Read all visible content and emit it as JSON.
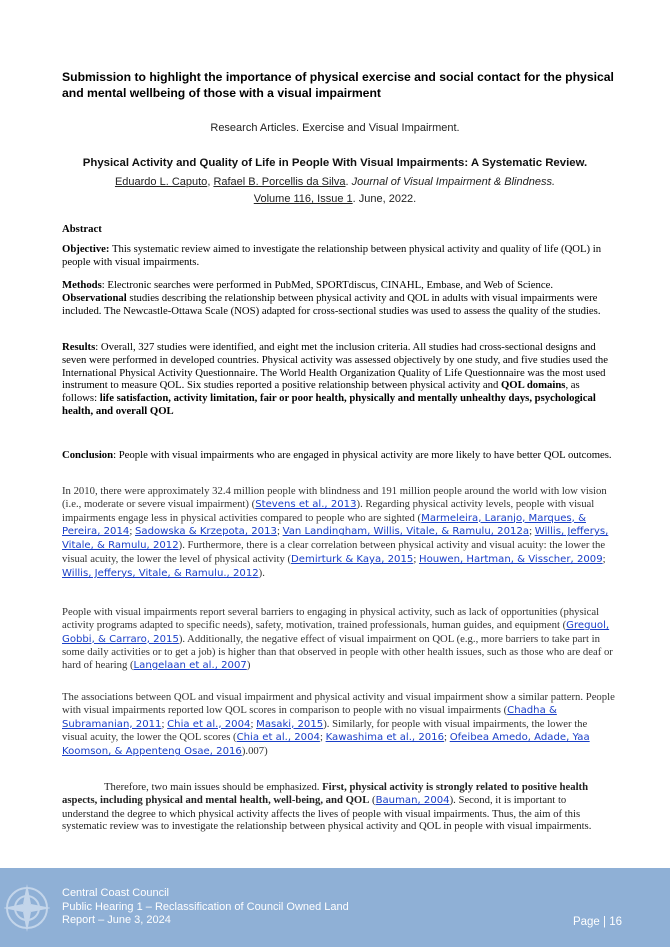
{
  "header": {
    "submission_title": "Submission to highlight the importance of physical exercise and social contact for the physical and mental wellbeing of those with a visual impairment"
  },
  "article": {
    "category": "Research Articles. Exercise and Visual Impairment.",
    "title": "Physical Activity and Quality of Life in People With Visual Impairments: A Systematic Review.",
    "author1": "Eduardo L. Caputo",
    "author2": "Rafael B. Porcellis da Silva",
    "journal": "Journal of Visual Impairment & Blindness.",
    "volume": "Volume 116, Issue 1",
    "date": ". June, 2022."
  },
  "abstract": {
    "heading": "Abstract",
    "objective_label": "Objective:",
    "objective_text": " This systematic review aimed to investigate the relationship between physical activity and quality of life (QOL) in people with visual impairments.",
    "methods_label": "Methods",
    "methods_text1": ": Electronic searches were performed in PubMed, SPORTdiscus, CINAHL, Embase, and Web of Science. ",
    "methods_bold": "Observational",
    "methods_text2": " studies describing the relationship between physical activity and QOL in adults with visual impairments were included. The Newcastle-Ottawa Scale (NOS) adapted for cross-sectional studies was used to assess the quality of the studies.",
    "results_label": "Results",
    "results_text1": ": Overall, 327 studies were identified, and eight met the inclusion criteria. All studies had cross-sectional designs and seven were performed in developed countries. Physical activity was assessed objectively by one study, and five studies used the International Physical Activity Questionnaire. The World Health Organization Quality of Life Questionnaire was the most used instrument to measure QOL. Six studies reported a positive relationship between physical activity and ",
    "results_bold1": "QOL domains",
    "results_text2": ", as follows: ",
    "results_bold2": "life satisfaction, activity limitation, fair or poor health, physically and mentally unhealthy days, psychological health, and overall QOL",
    "conclusion_label": "Conclusion",
    "conclusion_text": ": People with visual impairments who are engaged in physical activity are more likely to have better QOL outcomes."
  },
  "intro": {
    "p1_a": "In 2010, there were approximately 32.4 million people with blindness and 191 million people around the world with low vision (i.e., moderate or severe visual impairment) (",
    "p1_c1": "Stevens et al., 2013",
    "p1_b": "). Regarding physical activity levels, people with visual impairments engage less in physical activities compared to people who are sighted (",
    "p1_c2": "Marmeleira, Laranjo, Marques, & Pereira, 2014",
    "p1_s1": "; ",
    "p1_c3": "Sadowska & Krzepota, 2013",
    "p1_s2": "; ",
    "p1_c4": "Van Landingham, Willis, Vitale, & Ramulu, 2012a",
    "p1_s3": "; ",
    "p1_c5": "Willis, Jefferys, Vitale, & Ramulu, 2012",
    "p1_d": "). Furthermore, there is a clear correlation between physical activity and visual acuity: the lower the visual acuity, the lower the level of physical activity (",
    "p1_c6": "Demirturk & Kaya, 2015",
    "p1_s4": "; ",
    "p1_c7": "Houwen, Hartman, & Visscher, 2009",
    "p1_s5": "; ",
    "p1_c8": "Willis, Jefferys, Vitale, & Ramulu., 2012",
    "p1_e": ").",
    "p2_a": "People with visual impairments report several barriers to engaging in physical activity, such as lack of opportunities (physical activity programs adapted to specific needs), safety, motivation, trained professionals, human guides, and equipment (",
    "p2_c1": "Greguol, Gobbi, & Carraro, 2015",
    "p2_b": "). Additionally, the negative effect of visual impairment on QOL (e.g., more barriers to take part in some daily activities or to get a job) is higher than that observed in people with other health issues, such as those who are deaf or hard of hearing (",
    "p2_c2": "Langelaan et al., 2007",
    "p2_e": ")",
    "p3_a": "The associations between QOL and visual impairment and physical activity and visual impairment show a similar pattern. People with visual impairments reported low QOL scores in comparison to people with no visual impairments (",
    "p3_c1": "Chadha & Subramanian, 2011",
    "p3_s1": "; ",
    "p3_c2": "Chia et al., 2004",
    "p3_s2": "; ",
    "p3_c3": "Masaki, 2015",
    "p3_b": "). Similarly, for people with visual impairments, the lower the visual acuity, the lower the QOL scores (",
    "p3_c4": "Chia et al., 2004",
    "p3_s3": "; ",
    "p3_c5": "Kawashima et al., 2016",
    "p3_s4": "; ",
    "p3_c6": "Ofeibea Amedo, Adade, Yaa Koomson, & Appenteng Osae, 2016",
    "p3_e": ").007)",
    "p4_a": "Therefore, two main issues should be emphasized. ",
    "p4_bold": "First, physical activity is strongly related to positive health aspects, including physical and mental health, well-being, and QOL",
    "p4_b": " (",
    "p4_c1": "Bauman, 2004",
    "p4_c": "). Second, it is important to understand the degree to which physical activity affects the lives of people with visual impairments. Thus, the aim of this systematic review was to investigate the relationship between physical activity and QOL in people with visual impairments."
  },
  "footer": {
    "line1": "Central Coast Council",
    "line2": "Public Hearing 1 – Reclassification of Council Owned Land",
    "line3": "Report – June 3, 2024",
    "page": "Page | 16",
    "logo_icon": "council-logo-icon",
    "background_color": "#8fb0d6"
  }
}
